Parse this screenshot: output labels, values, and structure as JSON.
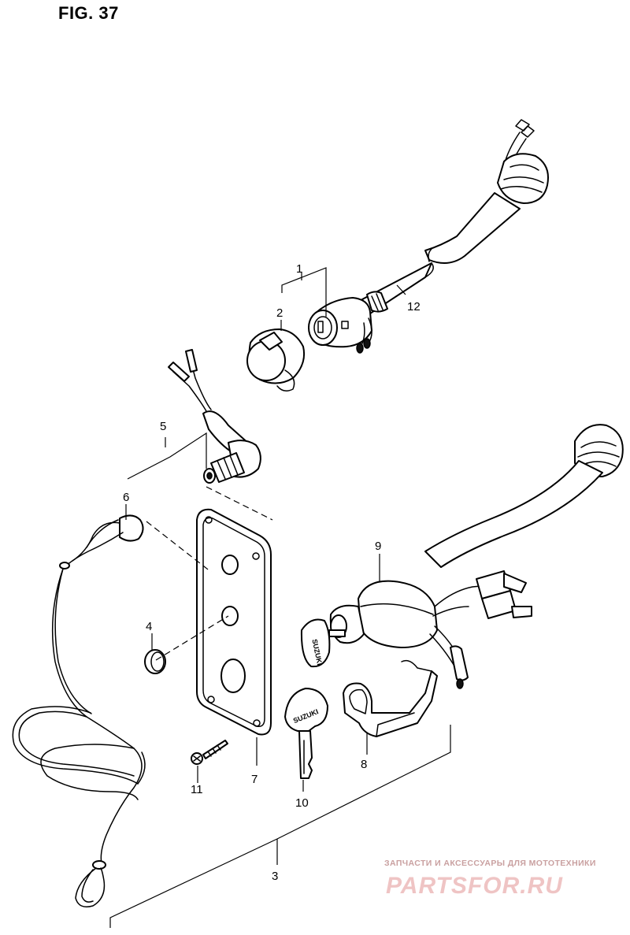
{
  "figure": {
    "title": "FIG. 37"
  },
  "callouts": {
    "c1": "1",
    "c2": "2",
    "c3": "3",
    "c4": "4",
    "c5": "5",
    "c6": "6",
    "c7": "7",
    "c8": "8",
    "c9": "9",
    "c10": "10",
    "c11": "11",
    "c12": "12"
  },
  "key_brand": "SUZUKI",
  "watermark": {
    "caption": "ЗАПЧАСТИ И АКСЕССУАРЫ ДЛЯ МОТОТЕХНИКИ",
    "logo": "PARTSFOR.RU"
  }
}
